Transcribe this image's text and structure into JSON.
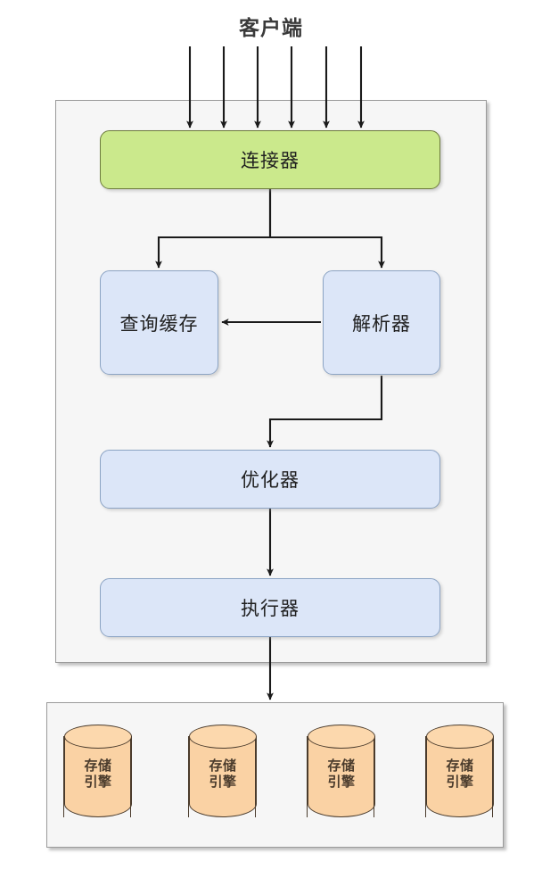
{
  "diagram": {
    "title": "客户端",
    "client_arrow_count": 6,
    "colors": {
      "connector_fill": "#cbe98c",
      "connector_border": "#6d7b3d",
      "process_fill": "#dce6f8",
      "process_border": "#8ca4c4",
      "cylinder_fill": "#fad2a4",
      "cylinder_border": "#4a3b2c",
      "container_fill": "#f6f6f6",
      "container_border": "#9a9a9a",
      "wire": "#1a1a1a"
    },
    "server": {
      "nodes": [
        {
          "id": "connector",
          "label": "连接器",
          "style": "green"
        },
        {
          "id": "query-cache",
          "label": "查询缓存",
          "style": "blue"
        },
        {
          "id": "parser",
          "label": "解析器",
          "style": "blue"
        },
        {
          "id": "optimizer",
          "label": "优化器",
          "style": "blue"
        },
        {
          "id": "executor",
          "label": "执行器",
          "style": "blue"
        }
      ]
    },
    "storage": {
      "engines": [
        {
          "line1": "存储",
          "line2": "引擎"
        },
        {
          "line1": "存储",
          "line2": "引擎"
        },
        {
          "line1": "存储",
          "line2": "引擎"
        },
        {
          "line1": "存储",
          "line2": "引擎"
        }
      ]
    },
    "flows": [
      {
        "from": "client",
        "to": "connector"
      },
      {
        "from": "connector",
        "to": "query-cache"
      },
      {
        "from": "connector",
        "to": "parser"
      },
      {
        "from": "parser",
        "to": "query-cache"
      },
      {
        "from": "parser",
        "to": "optimizer"
      },
      {
        "from": "optimizer",
        "to": "executor"
      },
      {
        "from": "executor",
        "to": "storage"
      }
    ]
  }
}
